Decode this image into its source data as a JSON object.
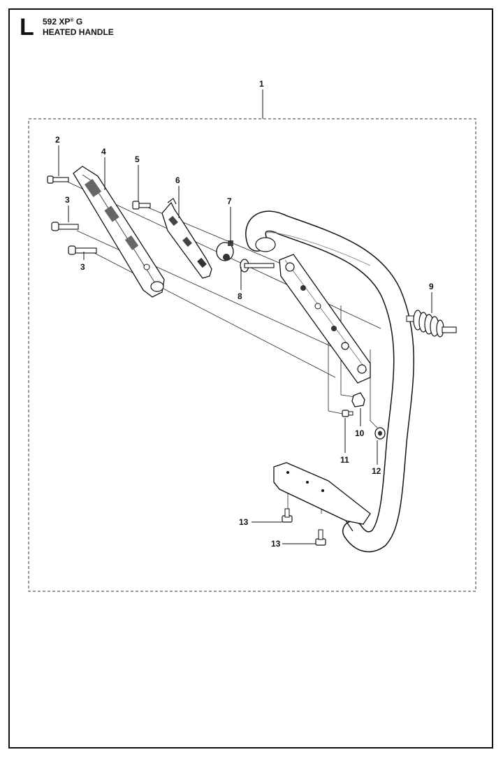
{
  "header": {
    "section_letter": "L",
    "model": "592 XP",
    "model_mark": "®",
    "model_suffix": " G",
    "subtitle": "HEATED HANDLE"
  },
  "callouts": [
    {
      "id": "c1",
      "label": "1"
    },
    {
      "id": "c2",
      "label": "2"
    },
    {
      "id": "c3a",
      "label": "3"
    },
    {
      "id": "c3b",
      "label": "3"
    },
    {
      "id": "c4",
      "label": "4"
    },
    {
      "id": "c5",
      "label": "5"
    },
    {
      "id": "c6",
      "label": "6"
    },
    {
      "id": "c7",
      "label": "7"
    },
    {
      "id": "c8",
      "label": "8"
    },
    {
      "id": "c9",
      "label": "9"
    },
    {
      "id": "c10",
      "label": "10"
    },
    {
      "id": "c11",
      "label": "11"
    },
    {
      "id": "c12",
      "label": "12"
    },
    {
      "id": "c13a",
      "label": "13"
    },
    {
      "id": "c13b",
      "label": "13"
    }
  ],
  "colors": {
    "ink": "#111111",
    "part_fill": "#ffffff",
    "shade": "#555555",
    "dark": "#222222"
  }
}
